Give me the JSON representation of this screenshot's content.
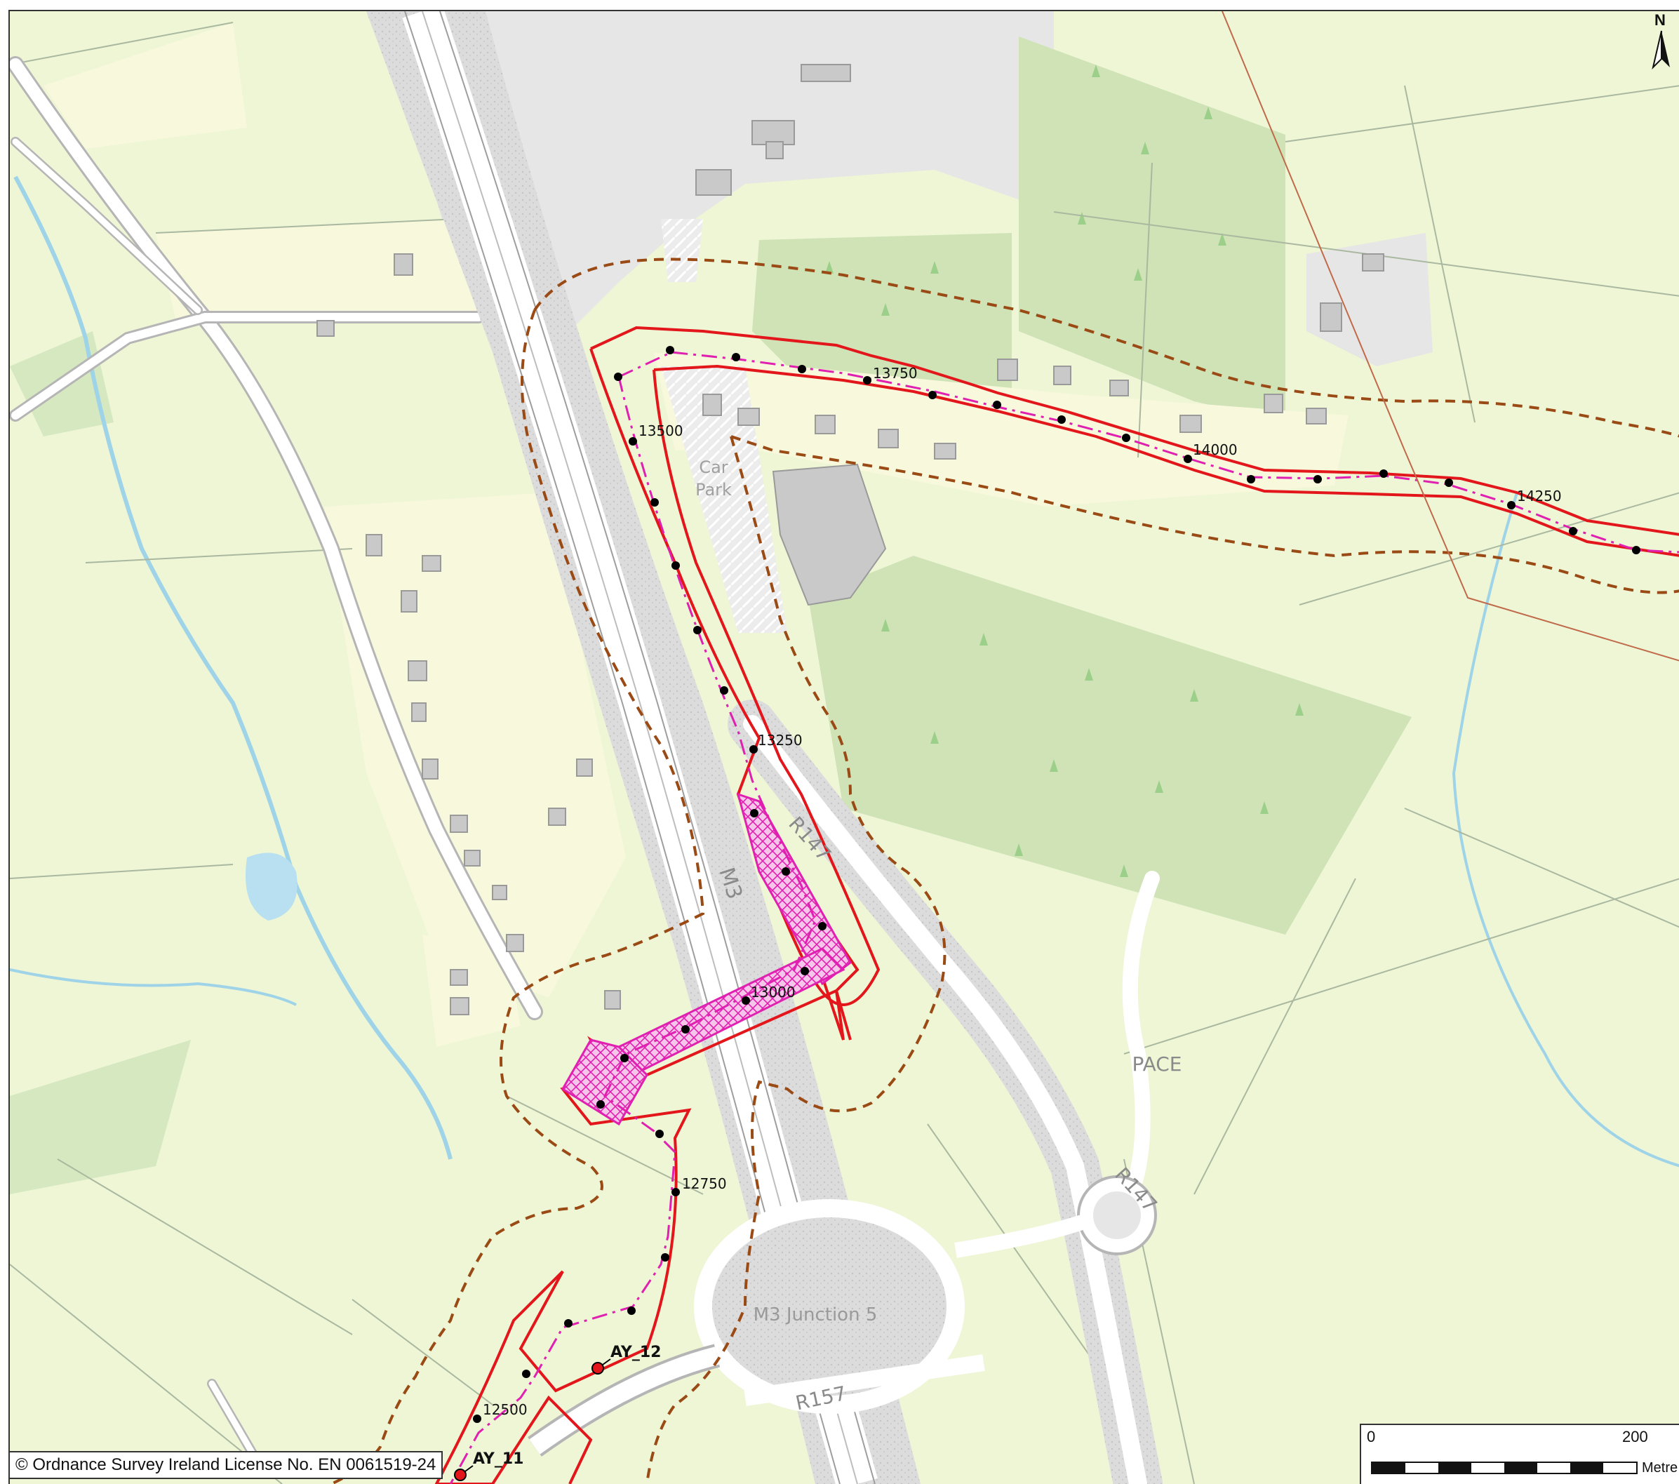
{
  "map": {
    "place_labels": {
      "car_park": [
        "Car",
        "Park"
      ],
      "pace": "PACE",
      "junction": "M3 Junction 5"
    },
    "road_labels": {
      "m3": "M3",
      "r147_north": "R147",
      "r147_east": "R147",
      "r157": "R157"
    },
    "chainage_labels": [
      "12500",
      "12750",
      "13000",
      "13250",
      "13500",
      "13750",
      "14000",
      "14250"
    ],
    "point_labels": [
      "AY_12",
      "AY_11"
    ]
  },
  "copyright": "© Ordnance Survey Ireland License No. EN 0061519-24",
  "scale": {
    "start": "0",
    "end": "200",
    "unit": "Metre"
  },
  "north": "N",
  "colors": {
    "field": "#eef6d6",
    "residential": "#f8f8dc",
    "forest": "#cfe3b6",
    "urban": "#e6e6e6",
    "road": "#ffffff",
    "road_edge": "#b5b5b5",
    "water": "#9fd3e8",
    "boundary_red": "#e2161b",
    "alignment_magenta": "#e020b0",
    "buffer_brown": "#9a4a14",
    "building": "#c9c9c9"
  }
}
